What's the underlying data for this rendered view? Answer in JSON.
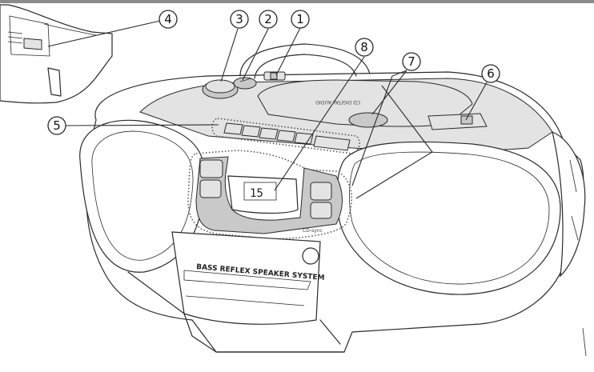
{
  "device": {
    "speaker_label": "BASS REFLEX SPEAKER SYSTEM",
    "display_value": "15",
    "panel_label": "CD-sync",
    "lid_text": "CD DIGITAL AUDIO"
  },
  "callouts": [
    {
      "id": "1",
      "label": "1"
    },
    {
      "id": "2",
      "label": "2"
    },
    {
      "id": "3",
      "label": "3"
    },
    {
      "id": "4",
      "label": "4"
    },
    {
      "id": "5",
      "label": "5"
    },
    {
      "id": "6",
      "label": "6"
    },
    {
      "id": "7",
      "label": "7"
    },
    {
      "id": "8",
      "label": "8"
    }
  ]
}
